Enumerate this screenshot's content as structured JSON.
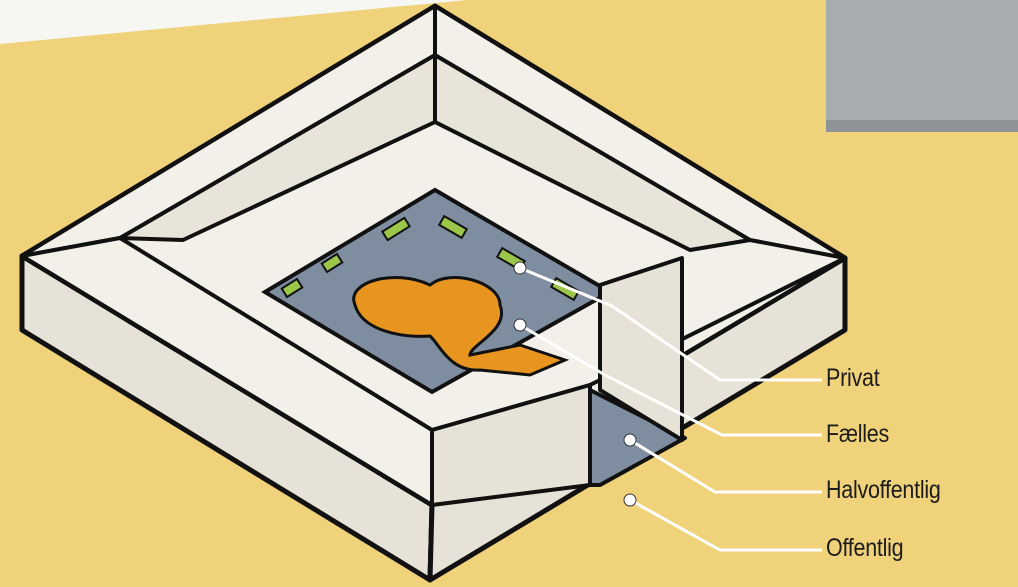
{
  "diagram": {
    "labels": {
      "private": "Privat",
      "shared": "Fælles",
      "semi_public": "Halvoffentlig",
      "public": "Offentlig"
    },
    "colors": {
      "background": "#efd27a",
      "building_wall": "#e6e2d7",
      "building_roof": "#f3f0e9",
      "outline": "#111111",
      "courtyard": "#7e8ea0",
      "shared_area": "#e8951f",
      "private_plots": "#9cc64a",
      "leader_lines": "#ffffff"
    }
  }
}
